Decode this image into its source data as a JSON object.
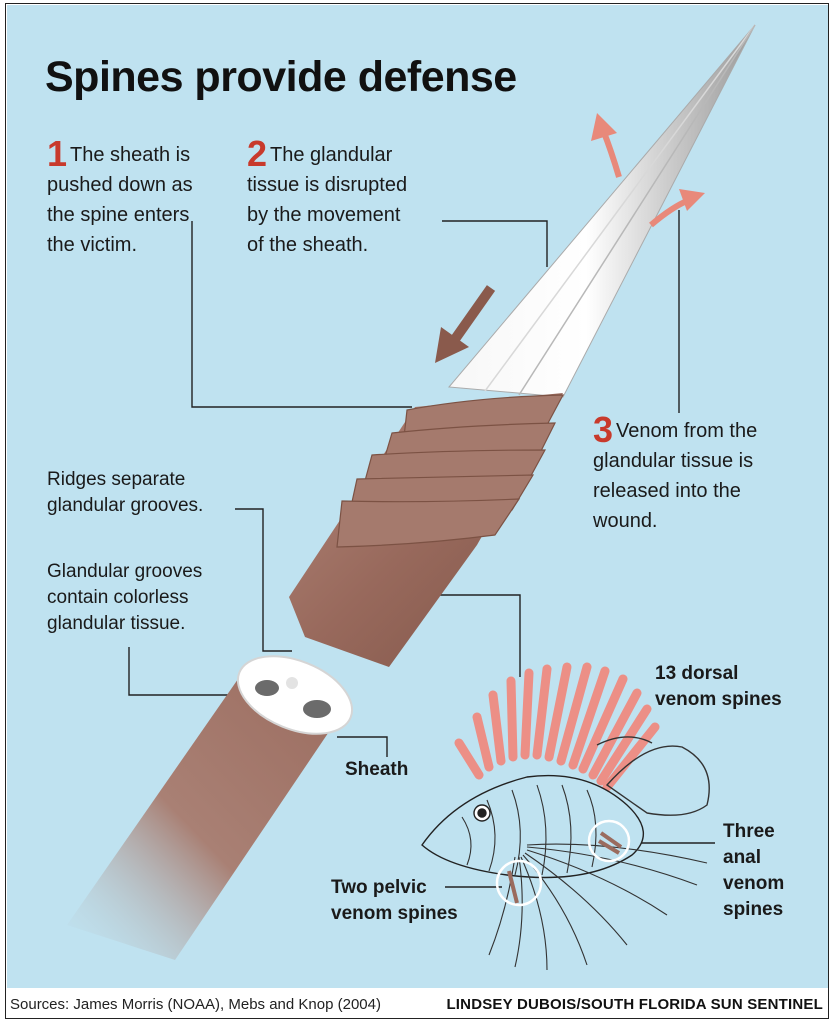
{
  "title": "Spines provide defense",
  "steps": [
    {
      "number": "1",
      "lines": [
        "The sheath is",
        "pushed down as",
        "the spine enters",
        "the victim."
      ]
    },
    {
      "number": "2",
      "lines": [
        "The glandular",
        "tissue is disrupted",
        "by the movement",
        "of the sheath."
      ]
    },
    {
      "number": "3",
      "lines": [
        "Venom from the",
        "glandular tissue is",
        "released into the",
        "wound."
      ]
    }
  ],
  "labels": {
    "ridges": [
      "Ridges separate",
      "glandular grooves."
    ],
    "grooves": [
      "Glandular grooves",
      "contain colorless",
      "glandular tissue."
    ],
    "sheath": "Sheath",
    "dorsal": [
      "13 dorsal",
      "venom spines"
    ],
    "anal": [
      "Three",
      "anal",
      "venom",
      "spines"
    ],
    "pelvic": [
      "Two pelvic",
      "venom spines"
    ]
  },
  "footer": {
    "sources": "Sources: James Morris (NOAA), Mebs and Knop (2004)",
    "credit": "LINDSEY DUBOIS/SOUTH FLORIDA SUN SENTINEL"
  },
  "colors": {
    "background": "#bfe2f0",
    "sheath": "#9a6b5e",
    "arrow_dark": "#8a5a4c",
    "arrow_light": "#e8897a",
    "dorsal_spines": "#ec8f86",
    "step_number": "#c83a2c"
  }
}
